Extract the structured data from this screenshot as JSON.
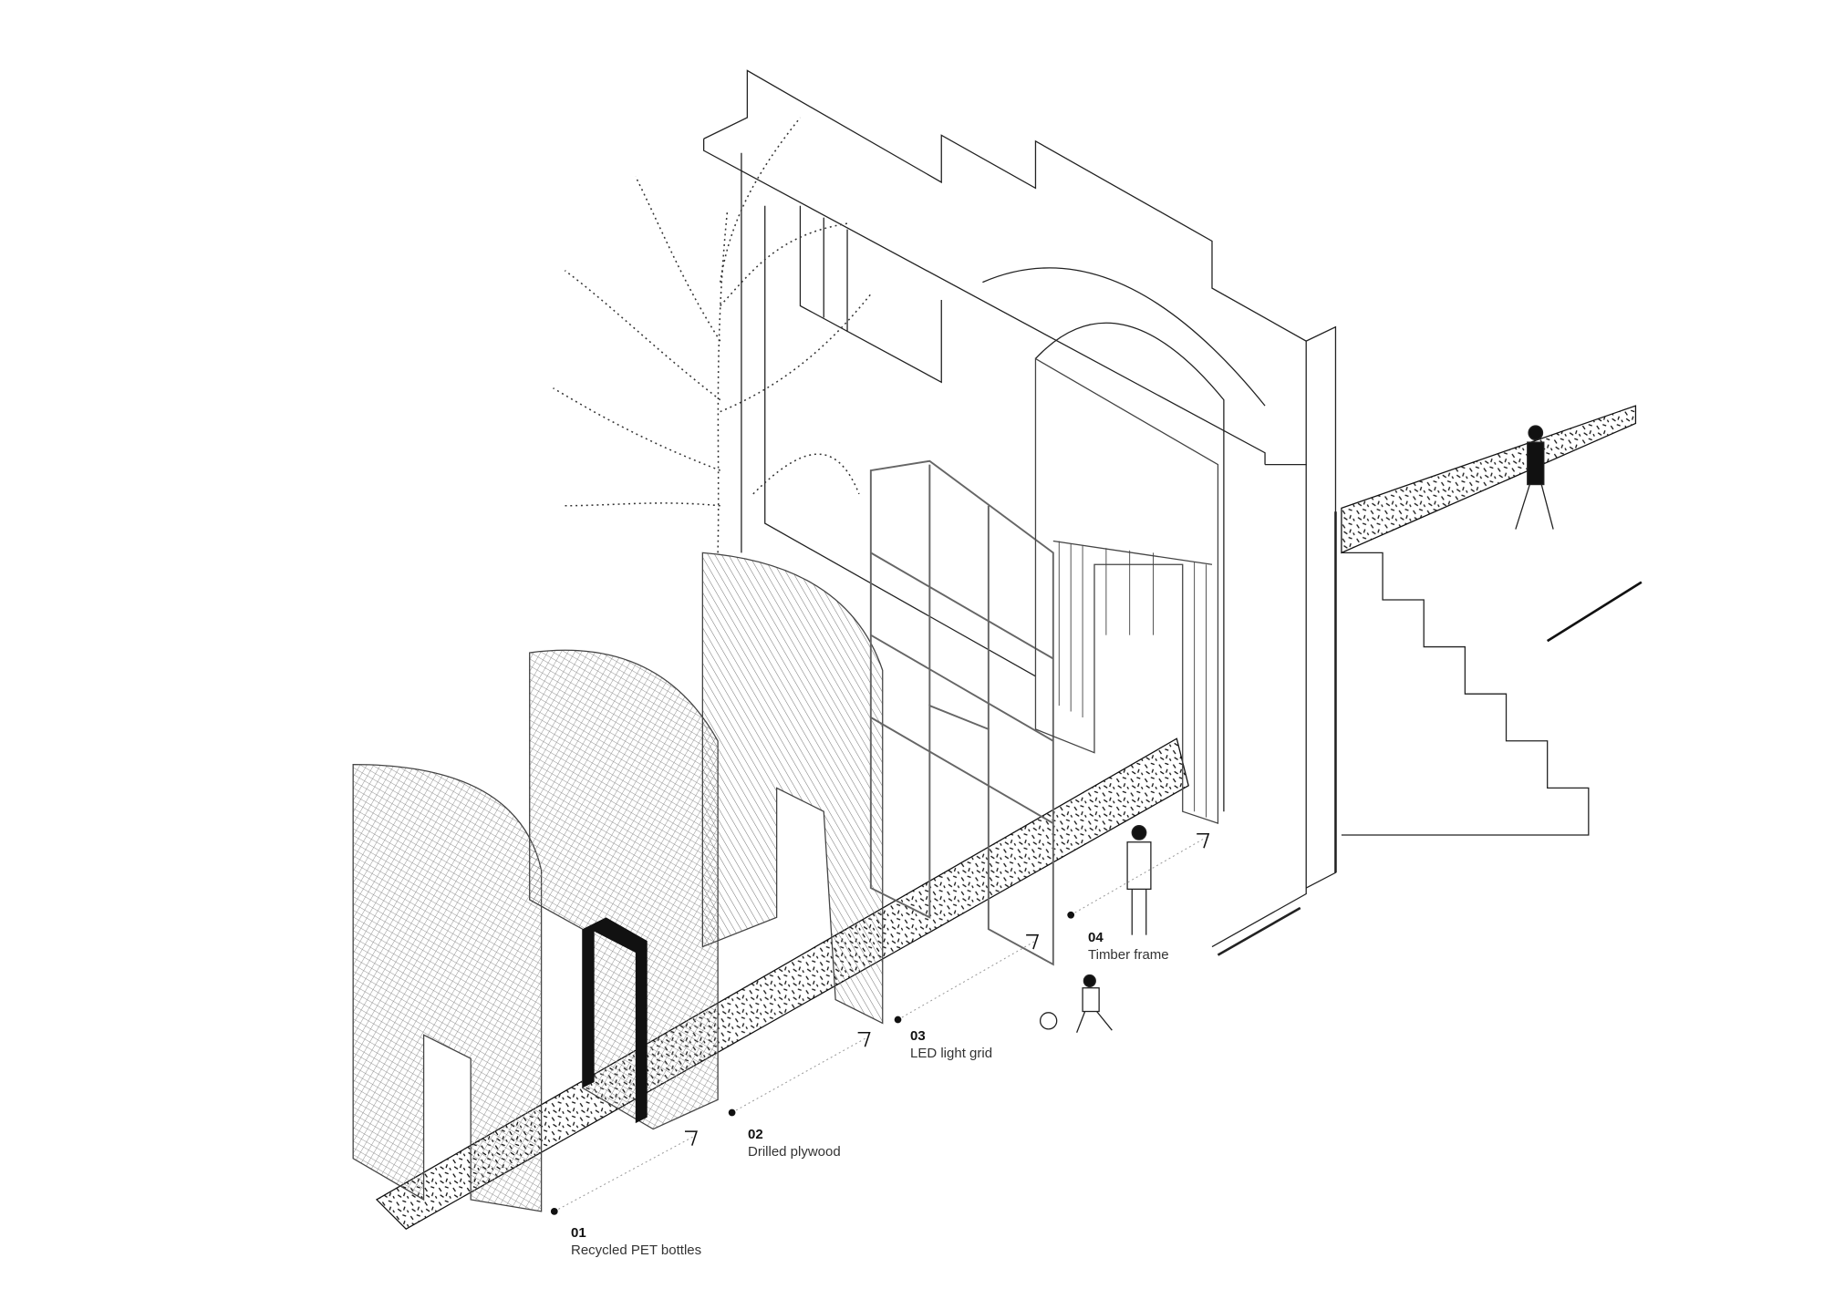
{
  "layers": [
    {
      "number": "01",
      "label": "Recycled PET bottles"
    },
    {
      "number": "02",
      "label": "Drilled plywood"
    },
    {
      "number": "03",
      "label": "LED light grid"
    },
    {
      "number": "04",
      "label": "Timber frame"
    }
  ],
  "colors": {
    "ink": "#111111",
    "paper": "#ffffff",
    "hatch": "#555555"
  }
}
